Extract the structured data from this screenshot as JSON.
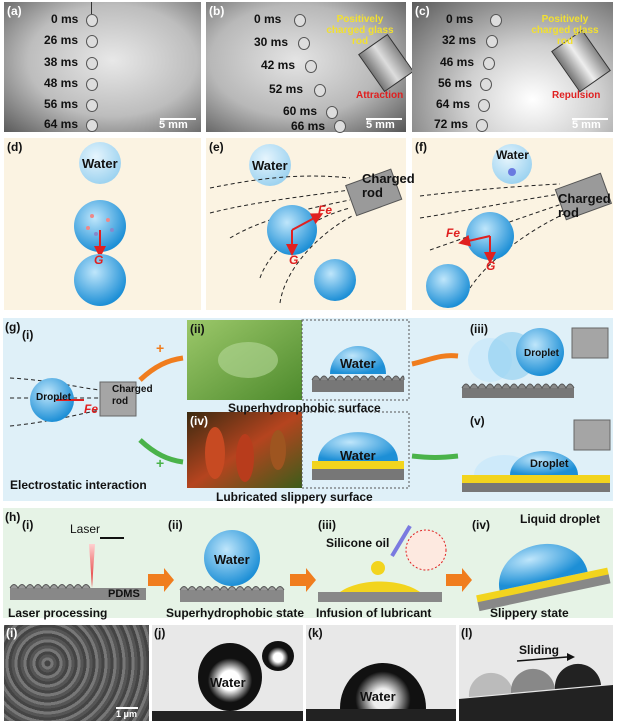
{
  "row_a": {
    "panel_a": {
      "label": "(a)",
      "times": [
        "0 ms",
        "26 ms",
        "38 ms",
        "48 ms",
        "56 ms",
        "64 ms"
      ],
      "scale": "5 mm"
    },
    "panel_b": {
      "label": "(b)",
      "times": [
        "0 ms",
        "30 ms",
        "42 ms",
        "52 ms",
        "60 ms",
        "66 ms"
      ],
      "rod_label": "Positively charged glass rod",
      "effect": "Attraction",
      "scale": "5 mm"
    },
    "panel_c": {
      "label": "(c)",
      "times": [
        "0 ms",
        "32 ms",
        "46 ms",
        "56 ms",
        "64 ms",
        "72 ms"
      ],
      "rod_label": "Positively charged glass rod",
      "effect": "Repulsion",
      "scale": "5 mm"
    }
  },
  "row_d": {
    "panel_d": {
      "label": "(d)",
      "water": "Water",
      "force_g": "G"
    },
    "panel_e": {
      "label": "(e)",
      "water": "Water",
      "rod": "Charged rod",
      "force_fe": "Fe",
      "force_g": "G"
    },
    "panel_f": {
      "label": "(f)",
      "water": "Water",
      "rod": "Charged rod",
      "force_fe": "Fe",
      "force_g": "G"
    }
  },
  "row_g": {
    "label": "(g)",
    "sub_i": "(i)",
    "sub_ii": "(ii)",
    "sub_iii": "(iii)",
    "sub_iv": "(iv)",
    "sub_v": "(v)",
    "droplet": "Droplet",
    "fe": "Fe",
    "rod": "Charged rod",
    "caption_left": "Electrostatic interaction",
    "caption_superhydrophobic": "Superhydrophobic surface",
    "caption_slippery": "Lubricated slippery surface",
    "water": "Water",
    "droplet_iii": "Droplet",
    "droplet_v": "Droplet",
    "plus": "+"
  },
  "row_h": {
    "label": "(h)",
    "steps": [
      {
        "num": "(i)",
        "caption": "Laser processing",
        "note": "Laser",
        "material": "PDMS"
      },
      {
        "num": "(ii)",
        "caption": "Superhydrophobic state",
        "note": "Water"
      },
      {
        "num": "(iii)",
        "caption": "Infusion of lubricant",
        "note": "Silicone oil"
      },
      {
        "num": "(iv)",
        "caption": "Slippery state",
        "note": "Liquid droplet"
      }
    ]
  },
  "row_i": {
    "panel_i": {
      "label": "(i)",
      "scale": "1 μm"
    },
    "panel_j": {
      "label": "(j)",
      "water": "Water"
    },
    "panel_k": {
      "label": "(k)",
      "water": "Water"
    },
    "panel_l": {
      "label": "(l)",
      "motion": "Sliding"
    }
  },
  "colors": {
    "orange": "#f07d1e",
    "green": "#4ab34a",
    "red": "#e02020",
    "panel_bg_d": "#fbf3e2",
    "panel_bg_g": "#dff0f8",
    "panel_bg_h": "#e6f3e6"
  }
}
